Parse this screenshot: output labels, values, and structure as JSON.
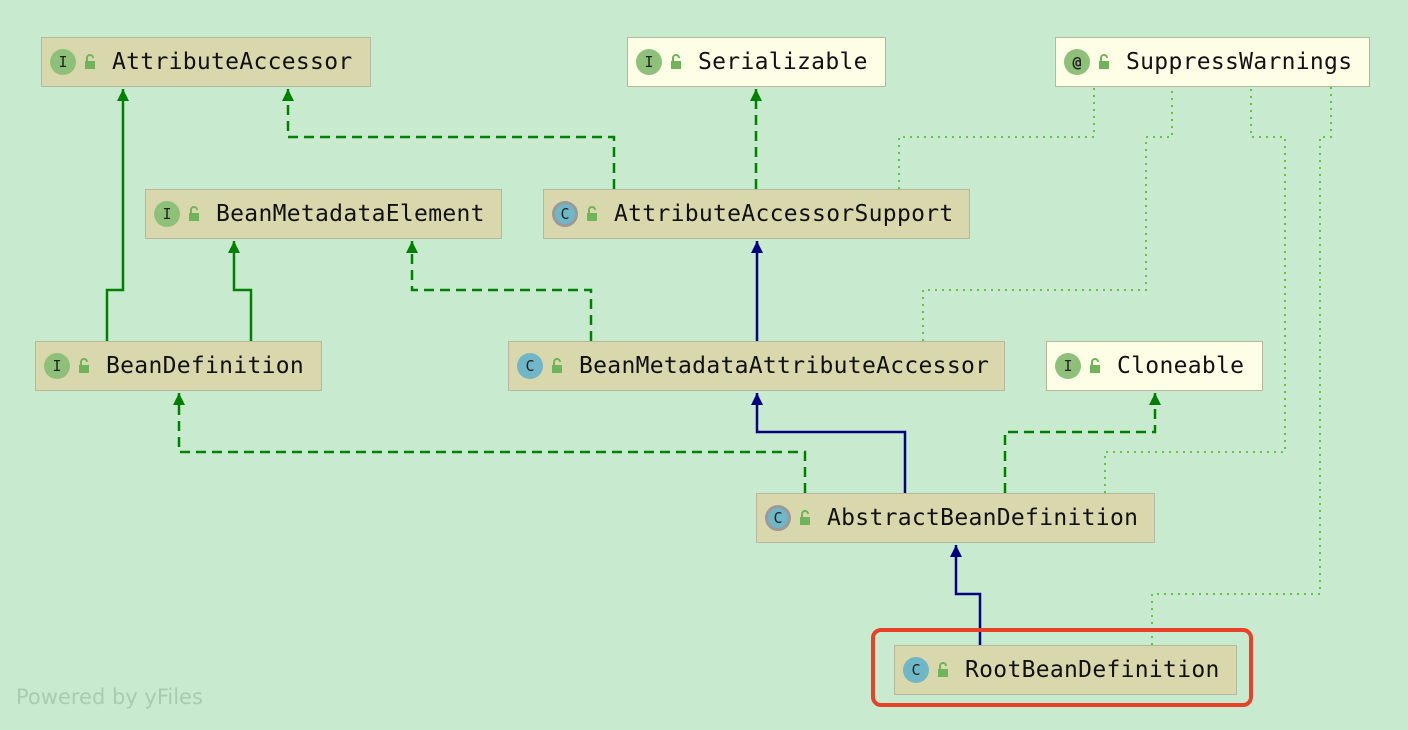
{
  "nodes": {
    "attribute_accessor": {
      "kind": "I",
      "name": "AttributeAccessor"
    },
    "serializable": {
      "kind": "I",
      "name": "Serializable"
    },
    "suppress_warnings": {
      "kind": "@",
      "name": "SuppressWarnings"
    },
    "bean_metadata_element": {
      "kind": "I",
      "name": "BeanMetadataElement"
    },
    "attribute_accessor_support": {
      "kind": "C",
      "name": "AttributeAccessorSupport"
    },
    "bean_definition": {
      "kind": "I",
      "name": "BeanDefinition"
    },
    "bean_metadata_attribute_accessor": {
      "kind": "C",
      "name": "BeanMetadataAttributeAccessor"
    },
    "cloneable": {
      "kind": "I",
      "name": "Cloneable"
    },
    "abstract_bean_definition": {
      "kind": "C",
      "name": "AbstractBeanDefinition"
    },
    "root_bean_definition": {
      "kind": "C",
      "name": "RootBeanDefinition"
    }
  },
  "edges": [
    {
      "from": "bean_definition",
      "to": "attribute_accessor",
      "type": "interface-extends"
    },
    {
      "from": "bean_definition",
      "to": "bean_metadata_element",
      "type": "interface-extends"
    },
    {
      "from": "attribute_accessor_support",
      "to": "attribute_accessor",
      "type": "implements"
    },
    {
      "from": "attribute_accessor_support",
      "to": "serializable",
      "type": "implements"
    },
    {
      "from": "attribute_accessor_support",
      "to": "suppress_warnings",
      "type": "annotated-with"
    },
    {
      "from": "bean_metadata_attribute_accessor",
      "to": "attribute_accessor_support",
      "type": "extends"
    },
    {
      "from": "bean_metadata_attribute_accessor",
      "to": "bean_metadata_element",
      "type": "implements"
    },
    {
      "from": "bean_metadata_attribute_accessor",
      "to": "suppress_warnings",
      "type": "annotated-with"
    },
    {
      "from": "abstract_bean_definition",
      "to": "bean_metadata_attribute_accessor",
      "type": "extends"
    },
    {
      "from": "abstract_bean_definition",
      "to": "bean_definition",
      "type": "implements"
    },
    {
      "from": "abstract_bean_definition",
      "to": "cloneable",
      "type": "implements"
    },
    {
      "from": "abstract_bean_definition",
      "to": "suppress_warnings",
      "type": "annotated-with"
    },
    {
      "from": "root_bean_definition",
      "to": "abstract_bean_definition",
      "type": "extends"
    },
    {
      "from": "root_bean_definition",
      "to": "suppress_warnings",
      "type": "annotated-with"
    }
  ],
  "highlighted_node": "root_bean_definition",
  "highlight_color": "#e8412a",
  "colors": {
    "background": "#c8ebcf",
    "extends_edge": "#000080",
    "implements_edge": "#008000",
    "annotation_edge": "#6cc04a"
  },
  "watermark": "Powered by yFiles"
}
